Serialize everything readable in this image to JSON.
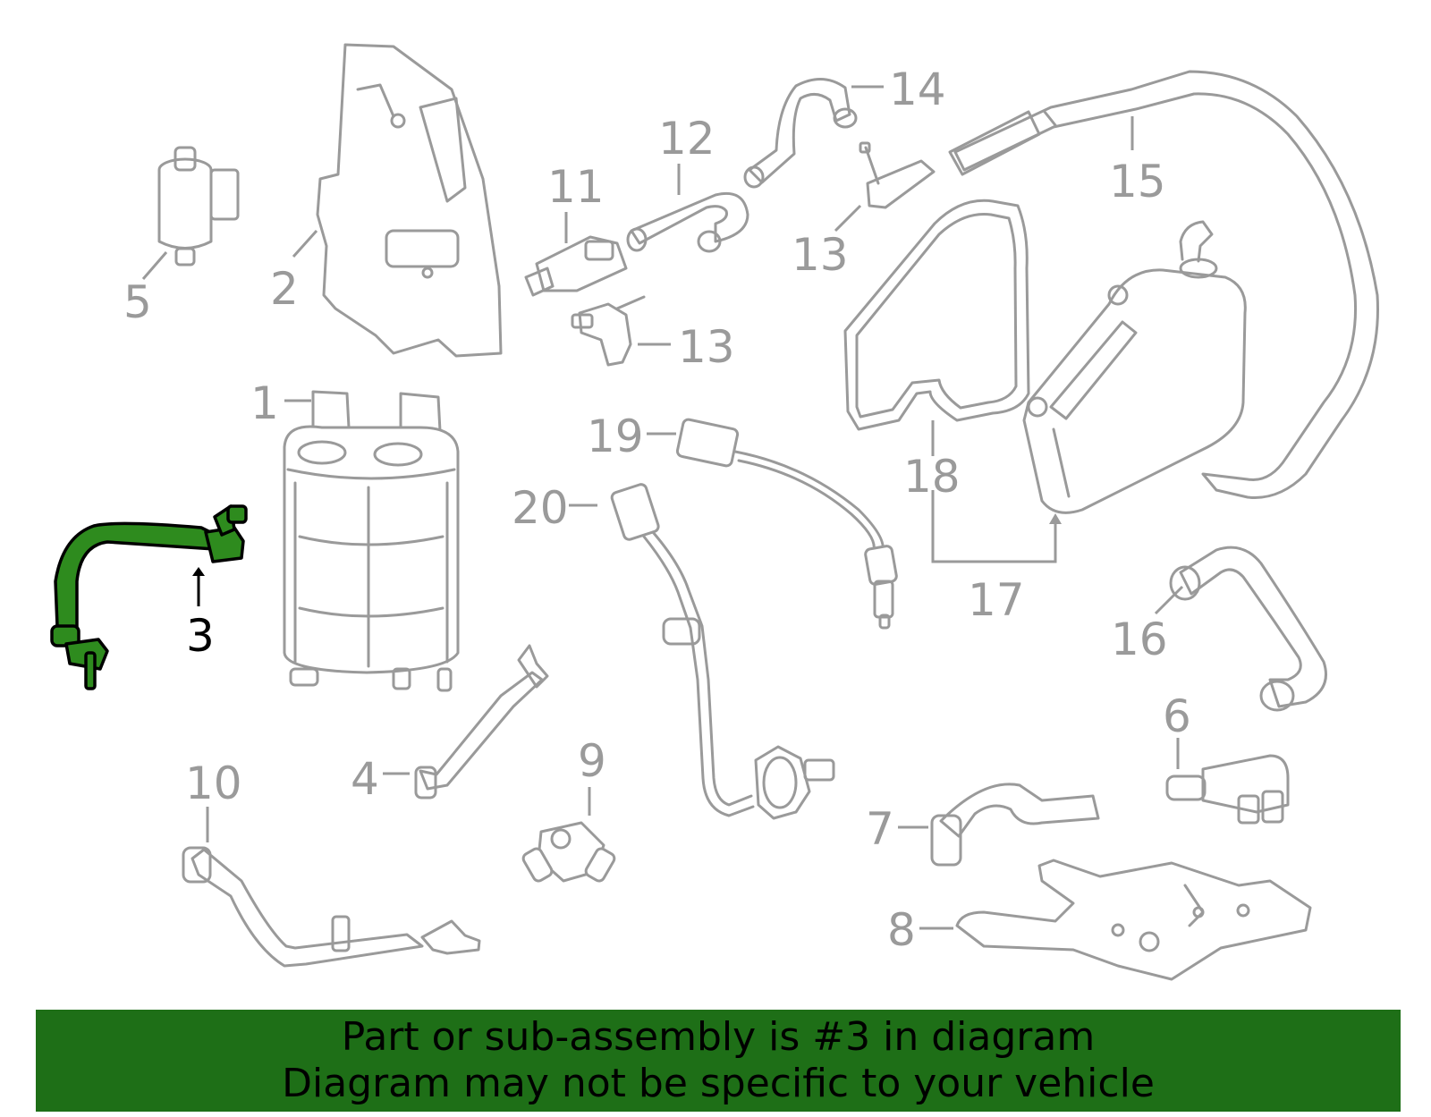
{
  "callouts": {
    "c1": "1",
    "c2": "2",
    "c3": "3",
    "c4": "4",
    "c5": "5",
    "c6": "6",
    "c7": "7",
    "c8": "8",
    "c9": "9",
    "c10": "10",
    "c11": "11",
    "c12": "12",
    "c13a": "13",
    "c13b": "13",
    "c14": "14",
    "c15": "15",
    "c16": "16",
    "c17": "17",
    "c18": "18",
    "c19": "19",
    "c20": "20"
  },
  "highlight": {
    "part_number": "3",
    "color": "#2e8b1e"
  },
  "banner": {
    "line1": "Part or sub-assembly is #3 in diagram",
    "line2": "Diagram may not be specific to your vehicle",
    "background": "#1e6f17"
  }
}
